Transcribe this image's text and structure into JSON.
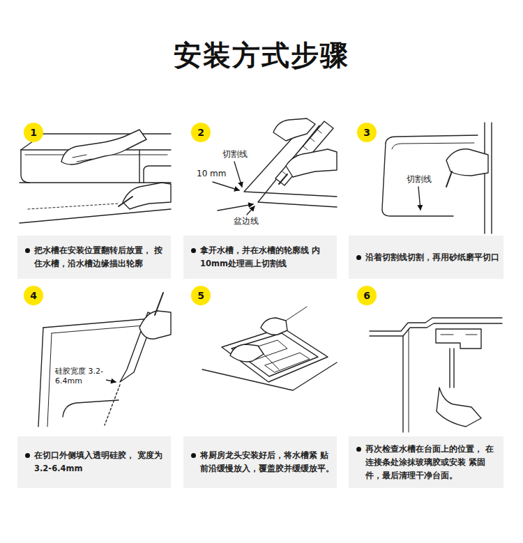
{
  "diagram": {
    "title": "安装方式步骤",
    "nodes": [
      {
        "text": [
          "1"
        ]
      },
      {
        "text": [
          "把水槽在安装位置翻转后放置， 按住水槽，沿水槽边缘描出轮廓"
        ]
      },
      {
        "text": [
          "2"
        ]
      },
      {
        "text": [
          "拿开水槽，并在水槽的轮廓线 内10mm处理画上切割线"
        ]
      },
      {
        "text": [
          "3"
        ]
      },
      {
        "text": [
          "沿着切割线切割，再用砂纸磨平切口"
        ]
      },
      {
        "text": [
          "4"
        ]
      },
      {
        "text": [
          "在切口外侧填入透明硅胶， 宽度为3.2-6.4mm"
        ]
      },
      {
        "text": [
          "5"
        ]
      },
      {
        "text": [
          "将厨房龙头安装好后，将水槽紧 贴前沿缓慢放入，覆盖胶并缓缓放平。"
        ]
      },
      {
        "text": [
          "6"
        ]
      },
      {
        "text": [
          "再次检查水槽在台面上的位置， 在连接条处涂抹玻璃胶或安装 紧固件，最后清理干净台面。"
        ]
      }
    ],
    "labels": [
      "切割线",
      "10 mm",
      "盆边线",
      "切割线",
      "硅胶宽度 3.2-6.4mm"
    ]
  }
}
